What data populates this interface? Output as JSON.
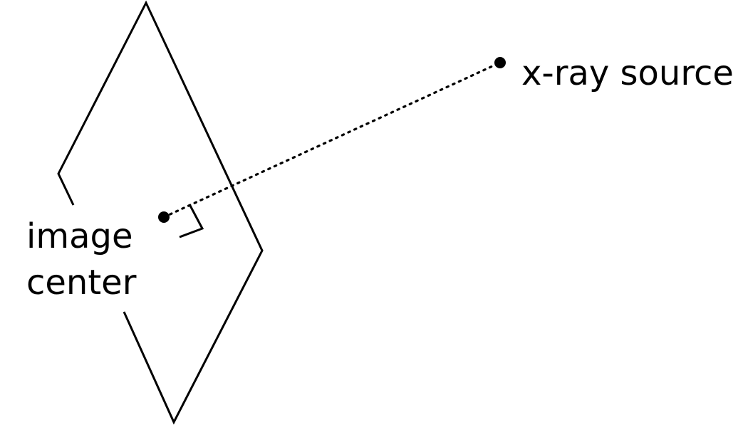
{
  "diagram": {
    "labels": {
      "xray_source": "x-ray source",
      "image_center_line1": "image",
      "image_center_line2": "center"
    },
    "colors": {
      "stroke": "#000000",
      "background": "#ffffff"
    },
    "styles": {
      "ray": "dotted",
      "plane": "solid",
      "right_angle_marker": "solid"
    }
  }
}
